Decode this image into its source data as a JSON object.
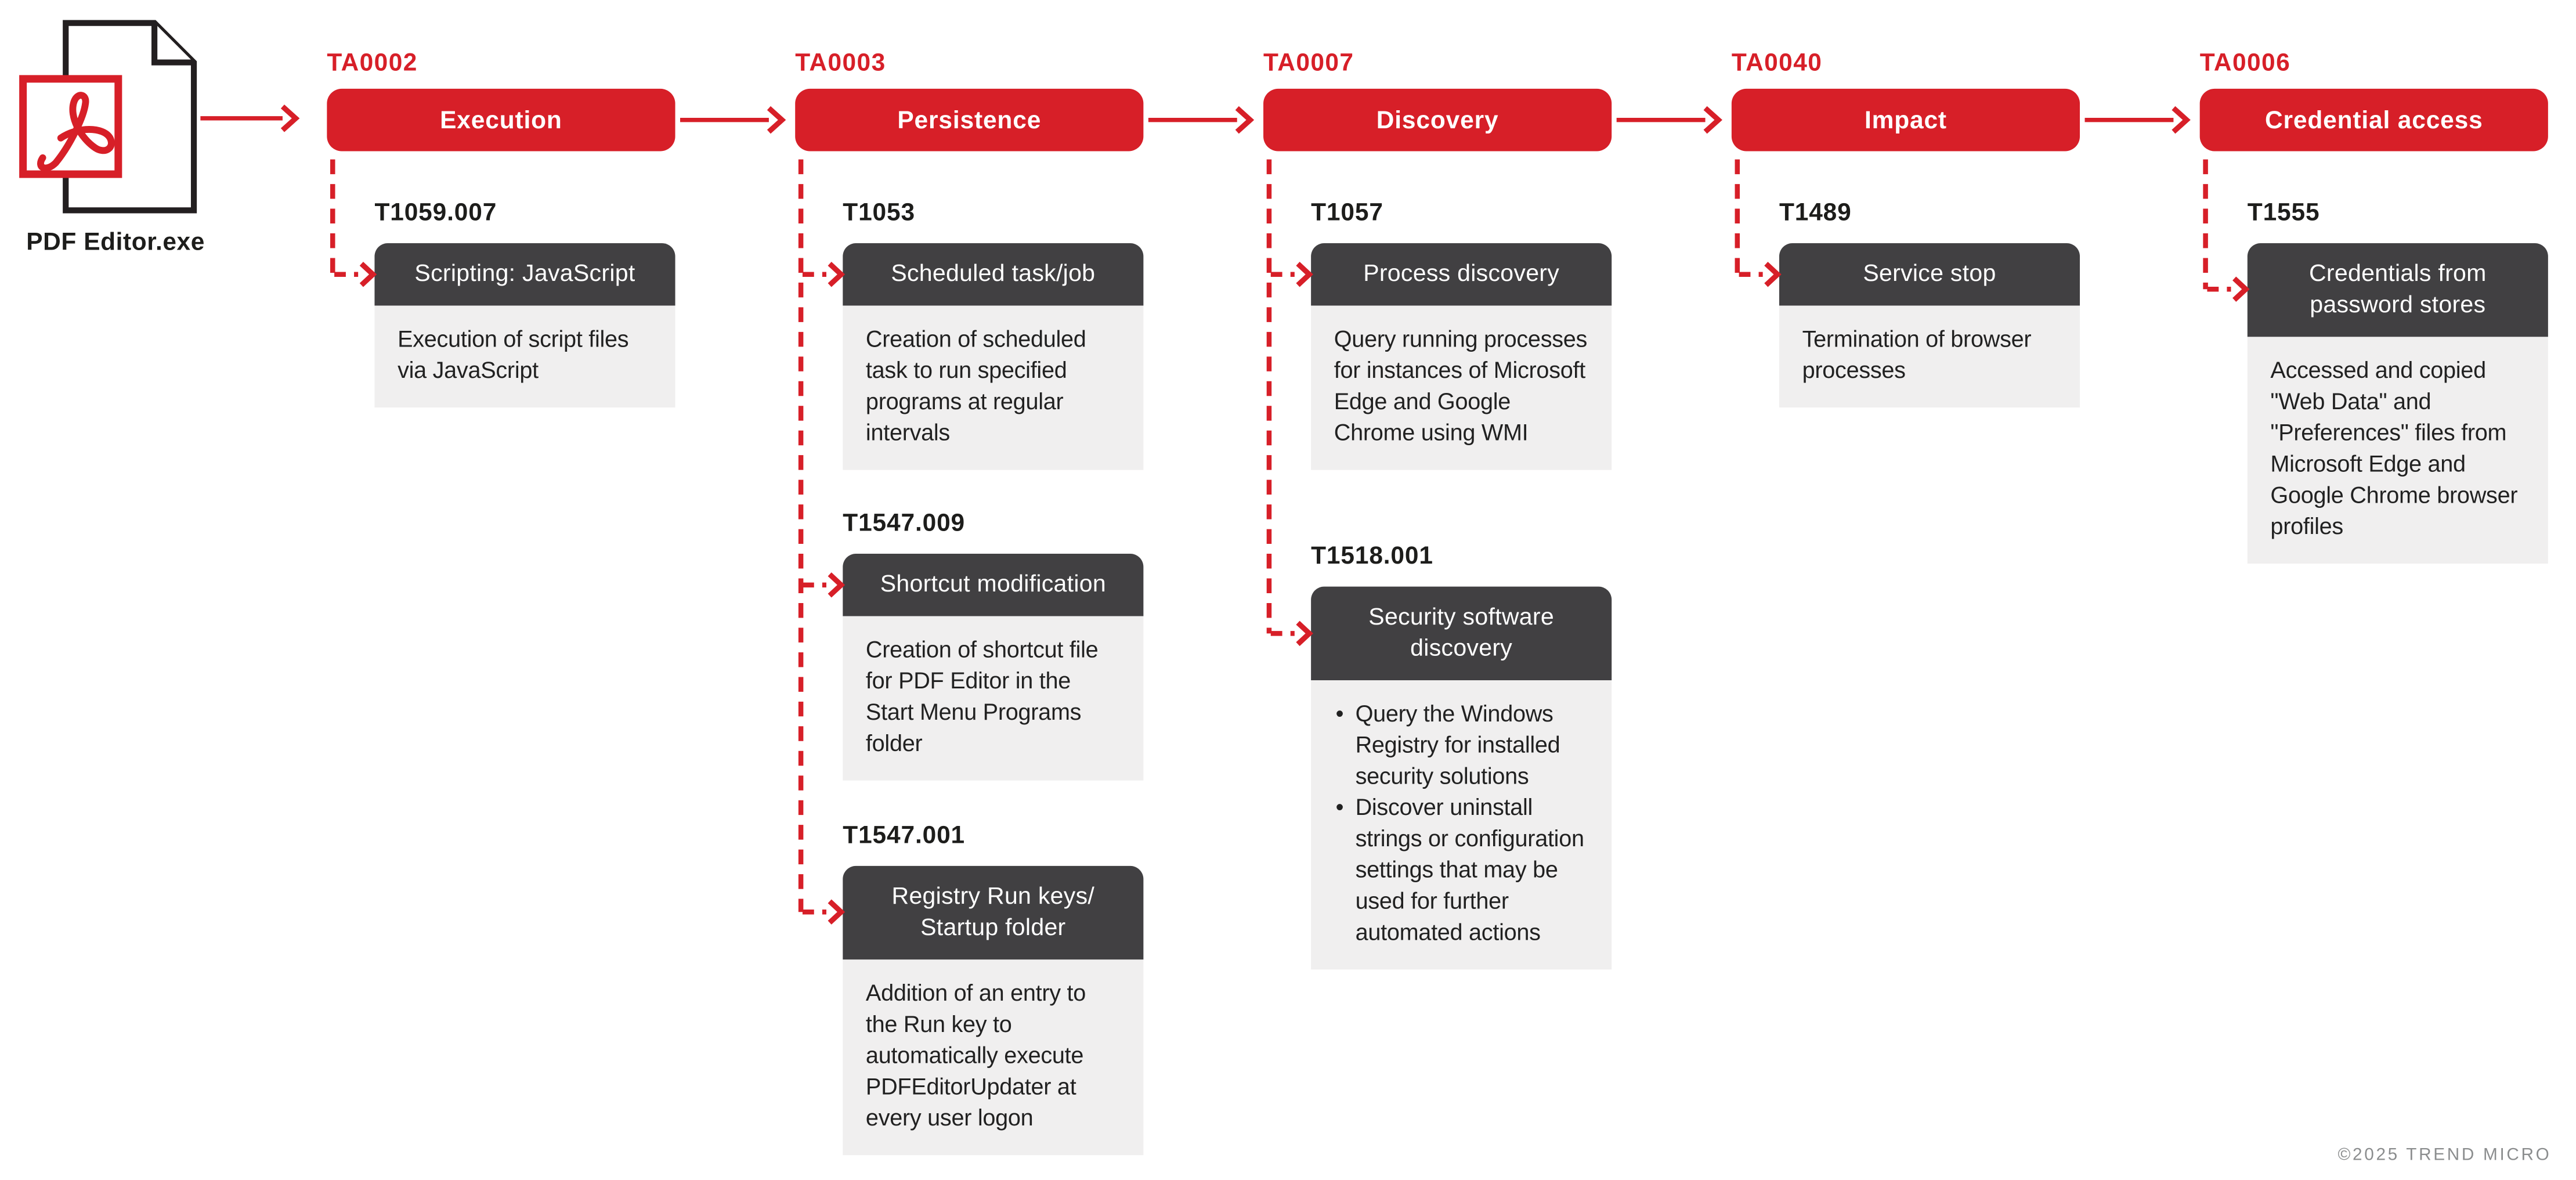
{
  "source": {
    "label": "PDF Editor.exe",
    "icon": "pdf-file-icon"
  },
  "colors": {
    "red": "#d71f28",
    "dark_gray": "#414042",
    "light_gray": "#f0efef",
    "text_black": "#1d1d1b",
    "copyright_gray": "#8b8d8e"
  },
  "columns": [
    {
      "tactic_id": "TA0002",
      "tactic_name": "Execution",
      "techniques": [
        {
          "id": "T1059.007",
          "name": "Scripting: JavaScript",
          "description": "Execution of script files via JavaScript"
        }
      ]
    },
    {
      "tactic_id": "TA0003",
      "tactic_name": "Persistence",
      "techniques": [
        {
          "id": "T1053",
          "name": "Scheduled task/job",
          "description": "Creation of scheduled task to run specified programs at regular intervals"
        },
        {
          "id": "T1547.009",
          "name": "Shortcut modification",
          "description": "Creation of shortcut file for PDF Editor in the Start Menu Programs folder"
        },
        {
          "id": "T1547.001",
          "name": "Registry Run keys/ Startup folder",
          "description": "Addition of an entry to the Run key to automatically execute PDFEditorUpdater at every user logon"
        }
      ]
    },
    {
      "tactic_id": "TA0007",
      "tactic_name": "Discovery",
      "techniques": [
        {
          "id": "T1057",
          "name": "Process discovery",
          "description": "Query running processes for instances of Microsoft Edge and Google Chrome using WMI"
        },
        {
          "id": "T1518.001",
          "name": "Security software discovery",
          "bullets": [
            "Query the Windows Registry for installed security solutions",
            "Discover uninstall strings or configuration settings that may be used for further automated actions"
          ]
        }
      ]
    },
    {
      "tactic_id": "TA0040",
      "tactic_name": "Impact",
      "techniques": [
        {
          "id": "T1489",
          "name": "Service stop",
          "description": "Termination of browser processes"
        }
      ]
    },
    {
      "tactic_id": "TA0006",
      "tactic_name": "Credential access",
      "techniques": [
        {
          "id": "T1555",
          "name": "Credentials from password stores",
          "description": "Accessed and copied \"Web Data\" and \"Preferences\" files from Microsoft Edge and Google Chrome browser profiles"
        }
      ]
    }
  ],
  "copyright": "©2025 TREND MICRO"
}
